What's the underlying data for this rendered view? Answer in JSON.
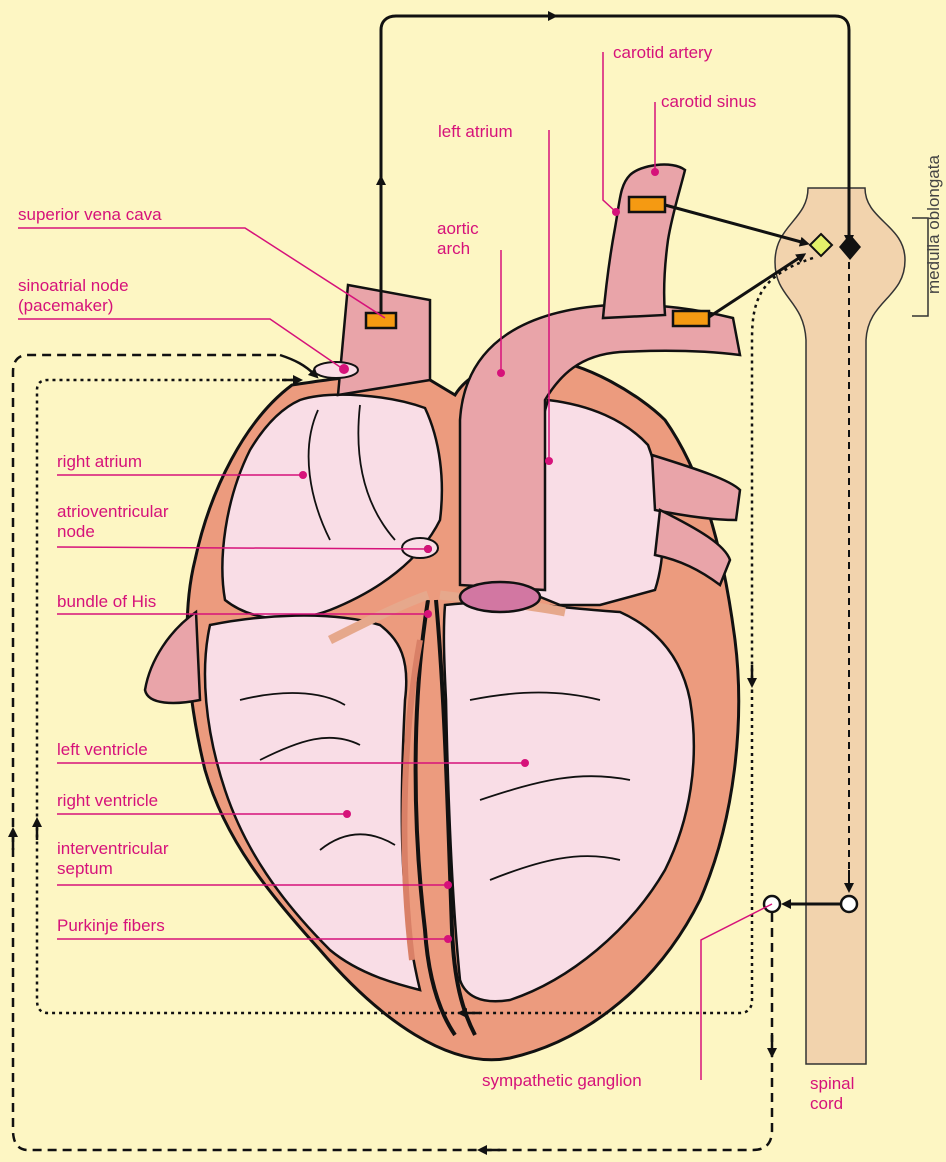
{
  "labels": {
    "carotid_artery": "carotid artery",
    "carotid_sinus": "carotid sinus",
    "left_atrium": "left atrium",
    "aortic_arch": "aortic\narch",
    "superior_vena_cava": "superior vena cava",
    "sinoatrial_node": "sinoatrial node\n(pacemaker)",
    "right_atrium": "right atrium",
    "atrioventricular_node": "atrioventricular\nnode",
    "bundle_of_his": "bundle of His",
    "left_ventricle": "left ventricle",
    "right_ventricle": "right ventricle",
    "interventricular_septum": "interventricular\nseptum",
    "purkinje_fibers": "Purkinje fibers",
    "sympathetic_ganglion": "sympathetic ganglion",
    "spinal_cord": "spinal\ncord",
    "medulla_oblongata": "medulla oblongata"
  },
  "colors": {
    "background": "#fdf6c3",
    "label": "#d6127a",
    "heart_wall": "#ec9b7e",
    "chamber": "#f9dde6",
    "vessel": "#e9a4a9",
    "spinal_cord": "#f2d3ad",
    "sensor": "#f59a12"
  }
}
